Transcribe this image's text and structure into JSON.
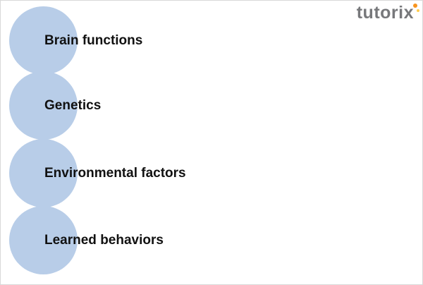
{
  "logo": {
    "text_main": "tutori",
    "text_x": "x",
    "text_color": "#77787b",
    "accent_orange": "#f7941e",
    "accent_yellow": "#ffcc4e"
  },
  "diagram": {
    "circle_color": "#b8cde8",
    "items": [
      {
        "label": "Brain functions"
      },
      {
        "label": "Genetics"
      },
      {
        "label": "Environmental factors"
      },
      {
        "label": "Learned behaviors"
      }
    ]
  }
}
